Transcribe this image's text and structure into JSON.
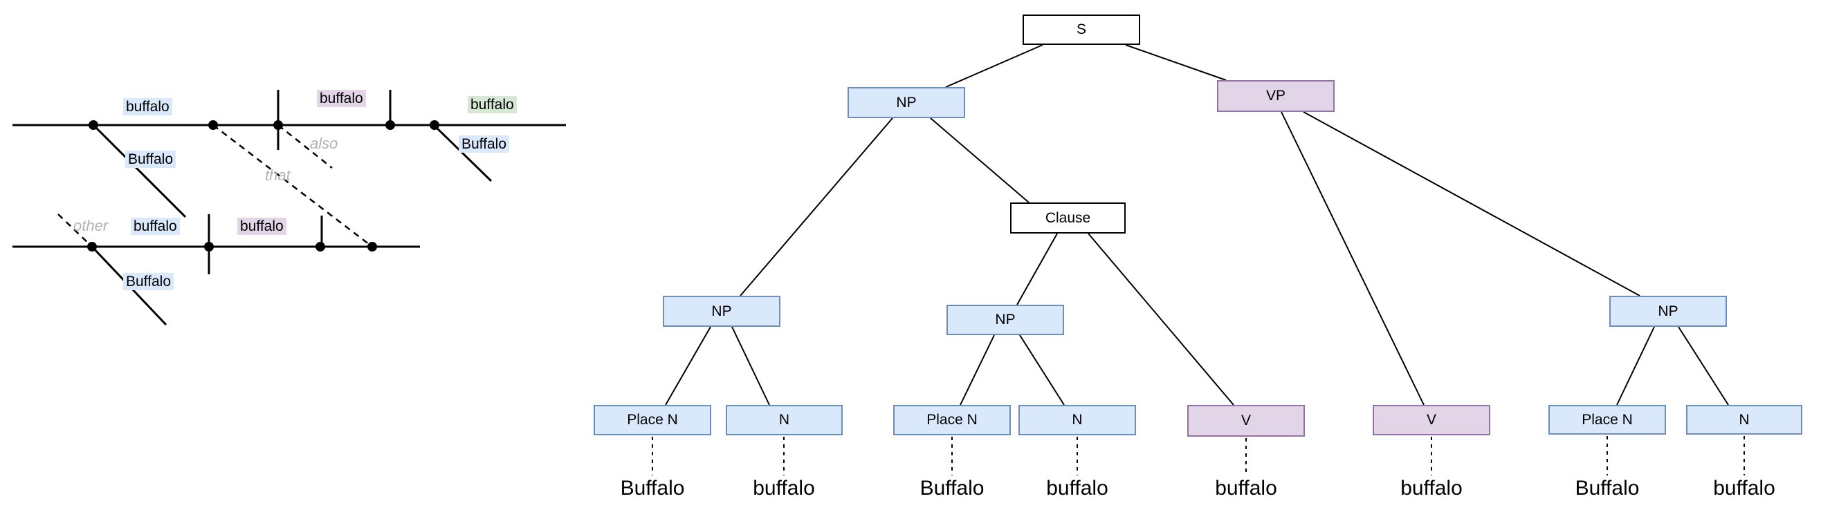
{
  "colors": {
    "node_blue_fill": "#dae8fc",
    "node_blue_border": "#6c8ebf",
    "node_purple_fill": "#e1d5e7",
    "node_purple_border": "#9673a6",
    "highlight_blue": "#dae8fc",
    "highlight_purple": "#e1d5e7",
    "highlight_green": "#d5e8d4",
    "connector_label_gray": "#b3b3b3"
  },
  "kellogg": {
    "row1": {
      "above": [
        {
          "text": "buffalo",
          "highlight": "blue"
        },
        {
          "text": "buffalo",
          "highlight": "purple"
        },
        {
          "text": "buffalo",
          "highlight": "green"
        }
      ],
      "below": [
        {
          "text": "Buffalo",
          "highlight": "blue"
        },
        {
          "text": "Buffalo",
          "highlight": "blue"
        }
      ],
      "connectors": [
        {
          "label": "also"
        },
        {
          "label": "that"
        }
      ]
    },
    "row2": {
      "above": [
        {
          "text": "buffalo",
          "highlight": "blue"
        },
        {
          "text": "buffalo",
          "highlight": "purple"
        }
      ],
      "below": [
        {
          "text": "Buffalo",
          "highlight": "blue"
        }
      ],
      "connectors": [
        {
          "label": "other"
        }
      ]
    }
  },
  "tree": {
    "nodes": {
      "s": "S",
      "np_top": "NP",
      "vp": "VP",
      "clause": "Clause",
      "np_left": "NP",
      "np_mid": "NP",
      "np_right": "NP",
      "place_n_1": "Place N",
      "n_1": "N",
      "place_n_2": "Place N",
      "n_2": "N",
      "v_1": "V",
      "v_2": "V",
      "place_n_3": "Place N",
      "n_3": "N"
    },
    "leaves": [
      "Buffalo",
      "buffalo",
      "Buffalo",
      "buffalo",
      "buffalo",
      "buffalo",
      "Buffalo",
      "buffalo"
    ]
  }
}
